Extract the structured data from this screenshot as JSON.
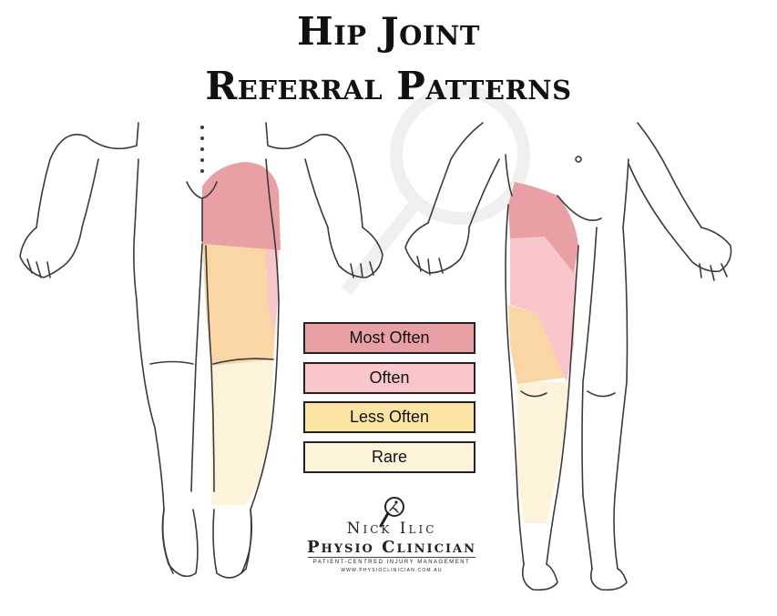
{
  "title": {
    "line1": "Hip Joint",
    "line2": "Referral Patterns"
  },
  "legend": [
    {
      "label": "Most Often",
      "color": "#e8a0a4"
    },
    {
      "label": "Often",
      "color": "#f9c6cb"
    },
    {
      "label": "Less Often",
      "color": "#fbe4a4"
    },
    {
      "label": "Rare",
      "color": "#fdf3db"
    }
  ],
  "logo": {
    "line1": "Nick Ilic",
    "line2": "Physio Clinician",
    "line3": "PATIENT-CENTRED INJURY MANAGEMENT",
    "line4": "WWW.PHYSIOCLINICIAN.COM.AU",
    "icon": "magnifier-runner-icon"
  },
  "colors": {
    "outline": "#3a3a3a",
    "most_often": "#e8a0a4",
    "often": "#f9c6cb",
    "less_often": "#fad5a5",
    "rare": "#fdf3db"
  }
}
